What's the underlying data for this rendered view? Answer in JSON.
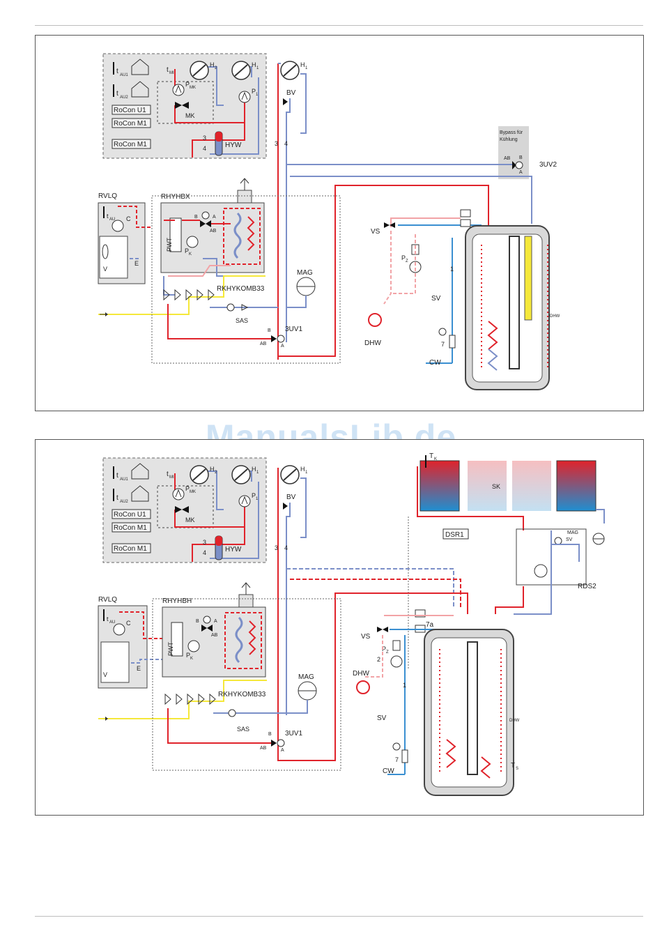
{
  "watermark": "ManualsLib.de",
  "diagram_top": {
    "indoor_labels": {
      "tau1": "t",
      "tau1_sub": "AU1",
      "tau2": "t",
      "tau2_sub": "AU2",
      "tmi": "t",
      "tmi_sub": "MI",
      "h2": "H",
      "h2_sub": "2",
      "h1": "H",
      "h1_sub": "1",
      "pmk": "P",
      "pmk_sub": "MK",
      "mk": "MK",
      "p1": "P",
      "p1_sub": "1",
      "hyw": "HYW",
      "n3": "3",
      "n4": "4"
    },
    "controllers": [
      "RoCon U1",
      "RoCon M1",
      "RoCon M1"
    ],
    "bv": "BV",
    "h1_right": "H",
    "h1_right_sub": "1",
    "pipe3": "3",
    "pipe4": "4",
    "bypass_line1": "Bypass für",
    "bypass_line2": "Kühlung",
    "uv2": "3UV2",
    "uv2_ab": "AB",
    "uv2_a": "A",
    "uv2_b": "B",
    "rvlq": "RVLQ",
    "tau": "t",
    "tau_sub": "AU",
    "c": "C",
    "v": "V",
    "e": "E",
    "module": "RHYHBX",
    "pwt": "PWT",
    "pk": "P",
    "pk_sub": "K",
    "valve_b": "B",
    "valve_a": "A",
    "valve_ab": "AB",
    "komb": "RKHYKOMB33",
    "sas": "SAS",
    "mag": "MAG",
    "uv1": "3UV1",
    "uv1_b": "B",
    "uv1_ab": "AB",
    "uv1_a": "A",
    "vs": "VS",
    "pz": "P",
    "pz_sub": "Z",
    "dhw": "DHW",
    "sv": "SV",
    "n1": "1",
    "n7": "7",
    "cw": "CW",
    "tank_dhw": "DHW"
  },
  "diagram_bottom": {
    "indoor_labels": {
      "tau1": "t",
      "tau1_sub": "AU1",
      "tau2": "t",
      "tau2_sub": "AU2",
      "tmi": "t",
      "tmi_sub": "MI",
      "h2": "H",
      "h2_sub": "2",
      "h1": "H",
      "h1_sub": "1",
      "pmk": "P",
      "pmk_sub": "MK",
      "mk": "MK",
      "p1": "P",
      "p1_sub": "1",
      "hyw": "HYW",
      "n3": "3",
      "n4": "4"
    },
    "controllers": [
      "RoCon U1",
      "RoCon M1",
      "RoCon M1"
    ],
    "bv": "BV",
    "h1_right": "H",
    "h1_right_sub": "1",
    "pipe3": "3",
    "pipe4": "4",
    "tk": "T",
    "tk_sub": "K",
    "sk": "SK",
    "dsr1": "DSR1",
    "mag_small": "MAG",
    "sv_small": "SV",
    "rds2": "RDS2",
    "rvlq": "RVLQ",
    "tau": "t",
    "tau_sub": "AU",
    "c": "C",
    "v": "V",
    "e": "E",
    "module": "RHYHBH",
    "pwt": "PWT",
    "pk": "P",
    "pk_sub": "K",
    "valve_b": "B",
    "valve_a": "A",
    "valve_ab": "AB",
    "komb": "RKHYKOMB33",
    "sas": "SAS",
    "mag": "MAG",
    "uv1": "3UV1",
    "uv1_b": "B",
    "uv1_ab": "AB",
    "uv1_a": "A",
    "vs": "VS",
    "pz": "P",
    "pz_sub": "Z",
    "n2": "2",
    "n7a": "7a",
    "dhw": "DHW",
    "sv": "SV",
    "n1": "1",
    "n7": "7",
    "cw": "CW",
    "tank_dhw": "DHW",
    "ts": "T",
    "ts_sub": "S"
  },
  "colors": {
    "flow": "#e0232b",
    "return": "#7b8fc8",
    "light_red": "#f2a3a6",
    "cold": "#3a8fd1",
    "signal": "#f5e83a",
    "grey_box": "#e3e3e3"
  }
}
